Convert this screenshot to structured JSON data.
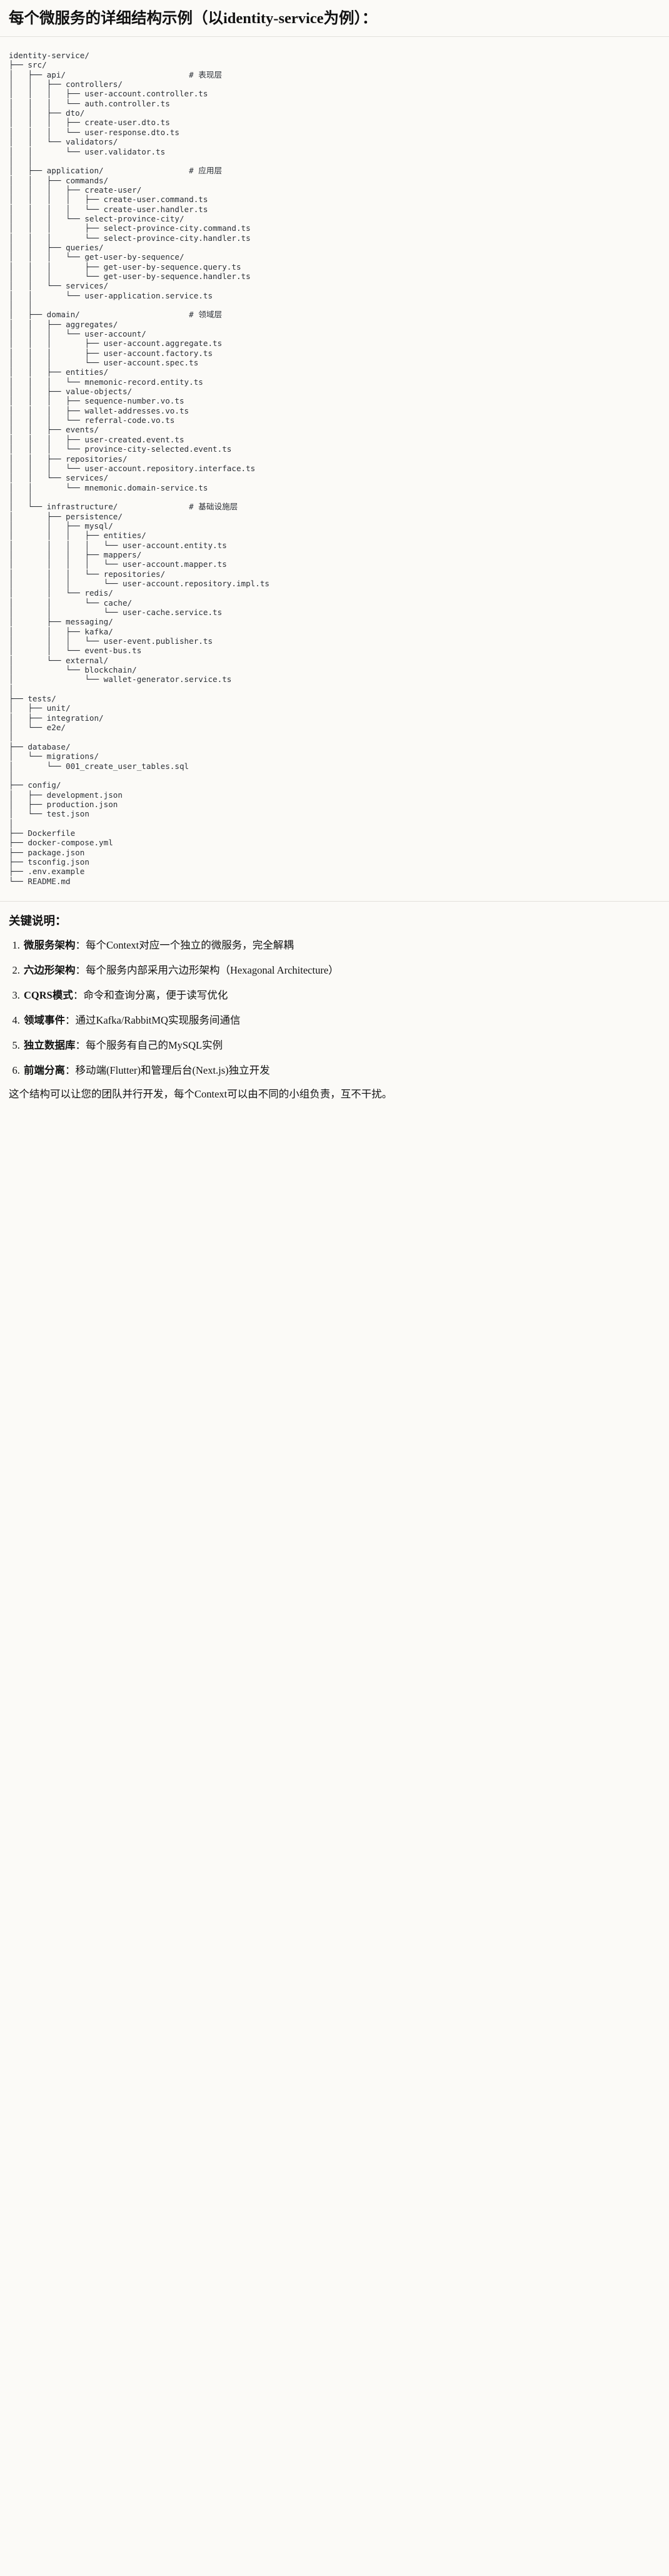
{
  "document": {
    "title": "每个微服务的详细结构示例（以identity-service为例）："
  },
  "tree": {
    "root": "identity-service/",
    "text": "identity-service/\n├── src/\n│   ├── api/                          # 表现层\n│   │   ├── controllers/\n│   │   │   ├── user-account.controller.ts\n│   │   │   └── auth.controller.ts\n│   │   ├── dto/\n│   │   │   ├── create-user.dto.ts\n│   │   │   └── user-response.dto.ts\n│   │   └── validators/\n│   │       └── user.validator.ts\n│   │\n│   ├── application/                  # 应用层\n│   │   ├── commands/\n│   │   │   ├── create-user/\n│   │   │   │   ├── create-user.command.ts\n│   │   │   │   └── create-user.handler.ts\n│   │   │   └── select-province-city/\n│   │   │       ├── select-province-city.command.ts\n│   │   │       └── select-province-city.handler.ts\n│   │   ├── queries/\n│   │   │   └── get-user-by-sequence/\n│   │   │       ├── get-user-by-sequence.query.ts\n│   │   │       └── get-user-by-sequence.handler.ts\n│   │   └── services/\n│   │       └── user-application.service.ts\n│   │\n│   ├── domain/                       # 领域层\n│   │   ├── aggregates/\n│   │   │   └── user-account/\n│   │   │       ├── user-account.aggregate.ts\n│   │   │       ├── user-account.factory.ts\n│   │   │       └── user-account.spec.ts\n│   │   ├── entities/\n│   │   │   └── mnemonic-record.entity.ts\n│   │   ├── value-objects/\n│   │   │   ├── sequence-number.vo.ts\n│   │   │   ├── wallet-addresses.vo.ts\n│   │   │   └── referral-code.vo.ts\n│   │   ├── events/\n│   │   │   ├── user-created.event.ts\n│   │   │   └── province-city-selected.event.ts\n│   │   ├── repositories/\n│   │   │   └── user-account.repository.interface.ts\n│   │   └── services/\n│   │       └── mnemonic.domain-service.ts\n│   │\n│   └── infrastructure/               # 基础设施层\n│       ├── persistence/\n│       │   ├── mysql/\n│       │   │   ├── entities/\n│       │   │   │   └── user-account.entity.ts\n│       │   │   ├── mappers/\n│       │   │   │   └── user-account.mapper.ts\n│       │   │   └── repositories/\n│       │   │       └── user-account.repository.impl.ts\n│       │   └── redis/\n│       │       └── cache/\n│       │           └── user-cache.service.ts\n│       ├── messaging/\n│       │   ├── kafka/\n│       │   │   └── user-event.publisher.ts\n│       │   └── event-bus.ts\n│       └── external/\n│           └── blockchain/\n│               └── wallet-generator.service.ts\n│\n├── tests/\n│   ├── unit/\n│   ├── integration/\n│   └── e2e/\n│\n├── database/\n│   └── migrations/\n│       └── 001_create_user_tables.sql\n│\n├── config/\n│   ├── development.json\n│   ├── production.json\n│   └── test.json\n│\n├── Dockerfile\n├── docker-compose.yml\n├── package.json\n├── tsconfig.json\n├── .env.example\n└── README.md",
    "layer_comments": [
      "# 表现层",
      "# 应用层",
      "# 领域层",
      "# 基础设施层"
    ]
  },
  "notes": {
    "heading": "关键说明：",
    "items": [
      {
        "term": "微服务架构",
        "sep": "：",
        "desc": "每个Context对应一个独立的微服务，完全解耦"
      },
      {
        "term": "六边形架构",
        "sep": "：",
        "desc": "每个服务内部采用六边形架构（Hexagonal Architecture）"
      },
      {
        "term": "CQRS模式",
        "sep": "：",
        "desc": "命令和查询分离，便于读写优化"
      },
      {
        "term": "领域事件",
        "sep": "：",
        "desc": "通过Kafka/RabbitMQ实现服务间通信"
      },
      {
        "term": "独立数据库",
        "sep": "：",
        "desc": "每个服务有自己的MySQL实例"
      },
      {
        "term": "前端分离",
        "sep": "：",
        "desc": "移动端(Flutter)和管理后台(Next.js)独立开发"
      }
    ],
    "closing": "这个结构可以让您的团队并行开发，每个Context可以由不同的小组负责，互不干扰。"
  },
  "colors": {
    "page_background": "#fbfaf7",
    "text": "#1a1a1a",
    "code_text": "#2b2f36",
    "rule": "#e3e1dc"
  }
}
